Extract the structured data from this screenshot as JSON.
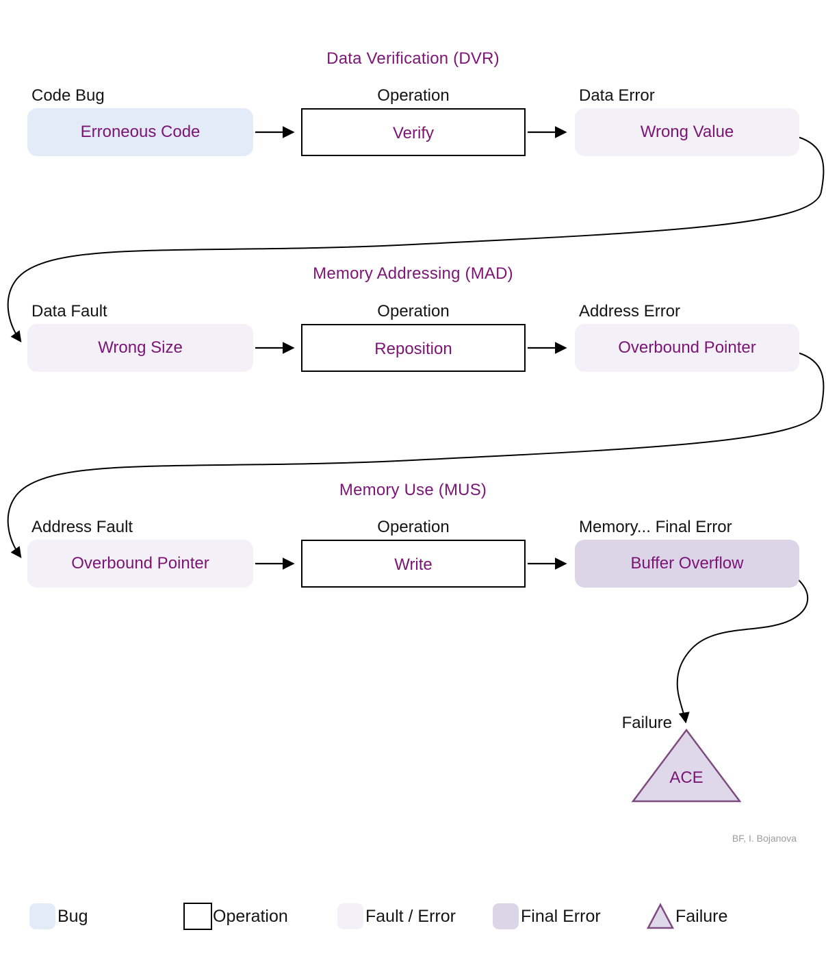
{
  "sections": [
    {
      "id": "DVR",
      "title": "Data Verification (DVR)",
      "cause_label": "Code Bug",
      "cause_text": "Erroneous Code",
      "operation_label": "Operation",
      "operation_text": "Verify",
      "effect_label": "Data Error",
      "effect_text": "Wrong Value"
    },
    {
      "id": "MAD",
      "title": "Memory Addressing (MAD)",
      "cause_label": "Data Fault",
      "cause_text": "Wrong Size",
      "operation_label": "Operation",
      "operation_text": "Reposition",
      "effect_label": "Address Error",
      "effect_text": "Overbound Pointer"
    },
    {
      "id": "MUS",
      "title": "Memory Use (MUS)",
      "cause_label": "Address Fault",
      "cause_text": "Overbound Pointer",
      "operation_label": "Operation",
      "operation_text": "Write",
      "effect_label": "Memory... Final Error",
      "effect_text": "Buffer Overflow"
    }
  ],
  "failure": {
    "label": "Failure",
    "triangle_text": "ACE"
  },
  "attribution": "BF, I. Bojanova",
  "legend": [
    {
      "label": "Bug",
      "swatch": "bug"
    },
    {
      "label": "Operation",
      "swatch": "operation"
    },
    {
      "label": "Fault / Error",
      "swatch": "fault-error"
    },
    {
      "label": "Final Error",
      "swatch": "final-error"
    },
    {
      "label": "Failure",
      "swatch": "failure"
    }
  ],
  "colors": {
    "title_text": "#7d1577",
    "node_text": "#7b1475",
    "label_text": "#141414",
    "bug_fill": "#e3ebf9",
    "fault_error_fill": "#f3f0f8",
    "final_error_fill": "#dcd5e8",
    "failure_fill": "#ded8ea",
    "failure_border": "#7d4b7f",
    "connector": "#000000",
    "attribution_text": "#9b9b9b",
    "background": "#ffffff"
  }
}
